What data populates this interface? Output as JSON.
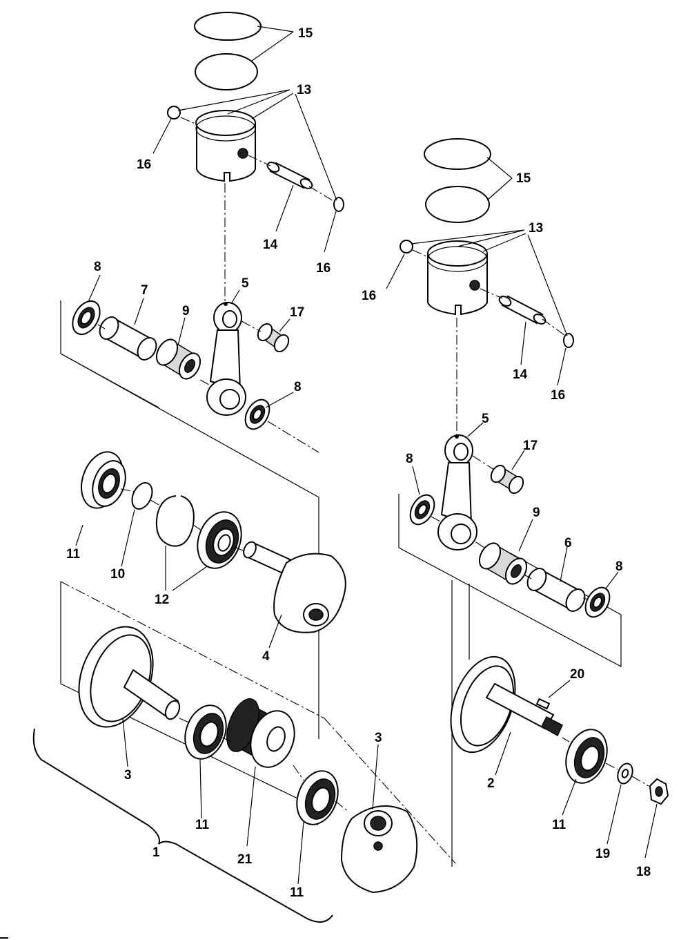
{
  "callouts": {
    "c1": "1",
    "c2": "2",
    "c3a": "3",
    "c3b": "3",
    "c4": "4",
    "c5a": "5",
    "c5b": "5",
    "c6": "6",
    "c7": "7",
    "c8a": "8",
    "c8b": "8",
    "c8c": "8",
    "c8d": "8",
    "c9a": "9",
    "c9b": "9",
    "c10": "10",
    "c11a": "11",
    "c11b": "11",
    "c11c": "11",
    "c11d": "11",
    "c12": "12",
    "c13a": "13",
    "c13b": "13",
    "c14a": "14",
    "c14b": "14",
    "c15a": "15",
    "c15b": "15",
    "c16a": "16",
    "c16b": "16",
    "c16c": "16",
    "c16d": "16",
    "c17a": "17",
    "c17b": "17",
    "c18": "18",
    "c19": "19",
    "c20": "20",
    "c21": "21"
  }
}
